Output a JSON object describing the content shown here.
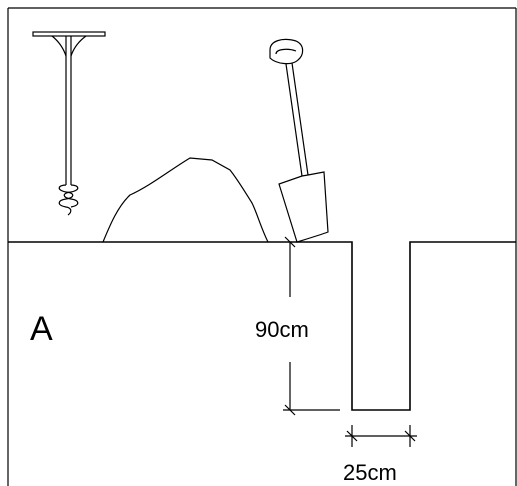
{
  "labels": {
    "panel": "A",
    "depth": "90cm",
    "width": "25cm"
  },
  "colors": {
    "line": "#000000",
    "background": "#ffffff"
  }
}
